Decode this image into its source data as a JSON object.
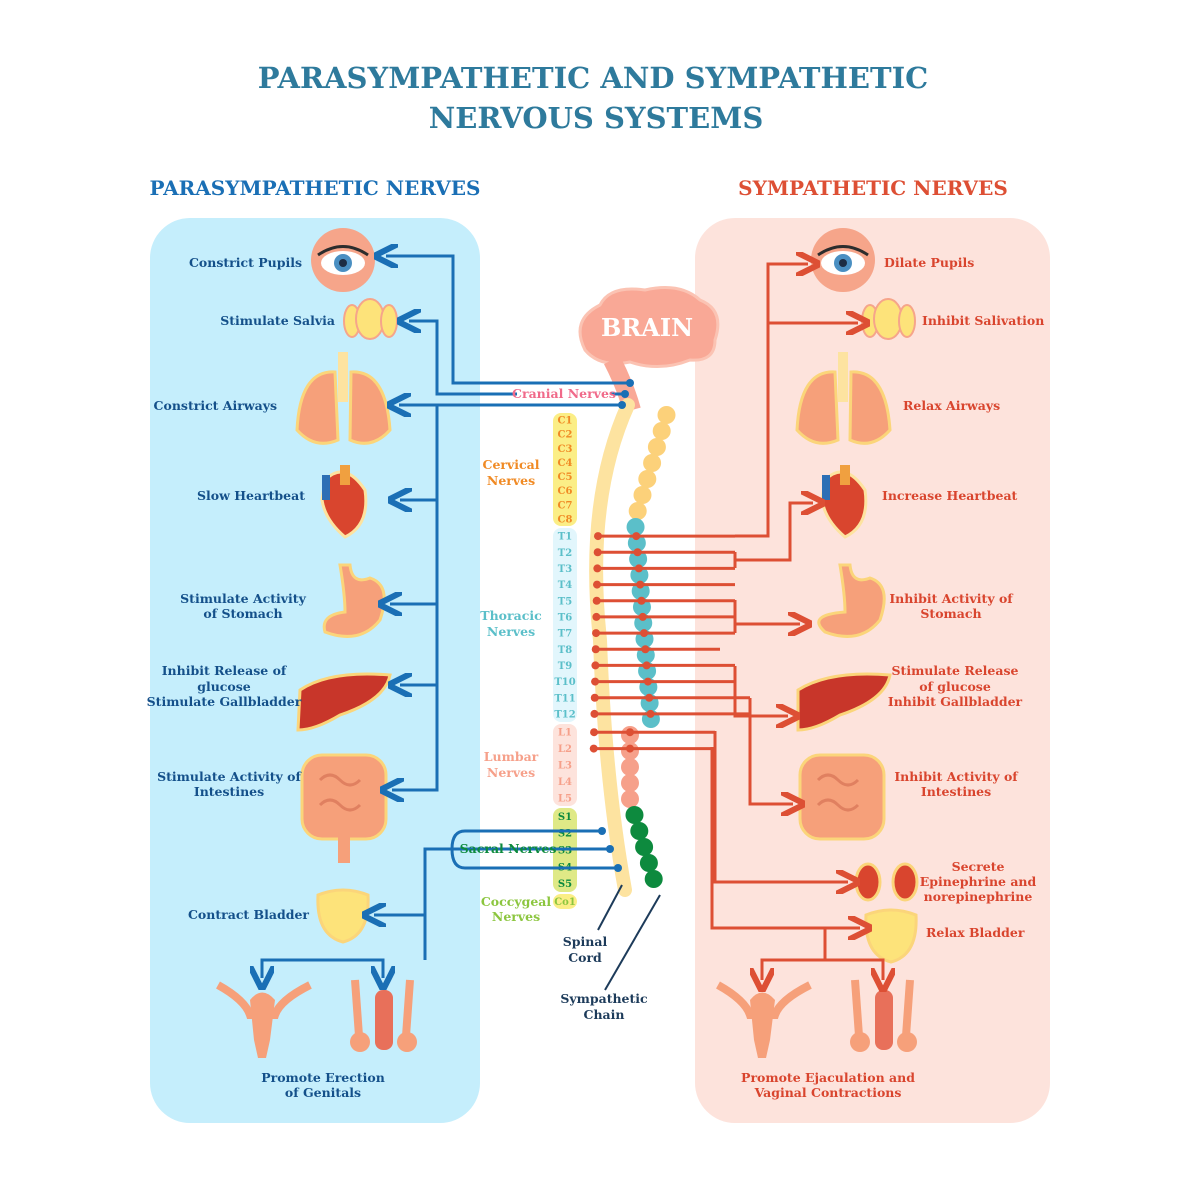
{
  "title": {
    "line1": "PARASYMPATHETIC AND SYMPATHETIC",
    "line2": "NERVOUS SYSTEMS"
  },
  "parasympathetic": {
    "header": "PARASYMPATHETIC NERVES",
    "color": "#1a6fb5",
    "labels": {
      "pupils": "Constrict Pupils",
      "saliva": "Stimulate Salvia",
      "airways": "Constrict Airways",
      "heart": "Slow Heartbeat",
      "stomach": [
        "Stimulate Activity",
        "of Stomach"
      ],
      "liver": [
        "Inhibit Release of",
        "glucose",
        "Stimulate Gallbladder"
      ],
      "intestines": [
        "Stimulate Activity of",
        "Intestines"
      ],
      "bladder": "Contract Bladder",
      "genitals": [
        "Promote Erection",
        "of Genitals"
      ]
    }
  },
  "sympathetic": {
    "header": "SYMPATHETIC NERVES",
    "color": "#dd4f34",
    "labels": {
      "pupils": "Dilate Pupils",
      "saliva": "Inhibit Salivation",
      "airways": "Relax Airways",
      "heart": "Increase Heartbeat",
      "stomach": [
        "Inhibit Activity of",
        "Stomach"
      ],
      "liver": [
        "Stimulate Release",
        "of glucose",
        "Inhibit Gallbladder"
      ],
      "intestines": [
        "Inhibit Activity of",
        "Intestines"
      ],
      "adrenal": [
        "Secrete",
        "Epinephrine and",
        "norepinephrine"
      ],
      "bladder": "Relax Bladder",
      "genitals": [
        "Promote Ejaculation and",
        "Vaginal Contractions"
      ]
    }
  },
  "center": {
    "brain": "BRAIN",
    "cranial": "Cranial Nerves",
    "cervical": [
      "Cervical",
      "Nerves"
    ],
    "thoracic": [
      "Thoracic",
      "Nerves"
    ],
    "lumbar": [
      "Lumbar",
      "Nerves"
    ],
    "sacral": "Sacral Nerves",
    "coccygeal": [
      "Coccygeal",
      "Nerves"
    ],
    "spinal_cord": [
      "Spinal",
      "Cord"
    ],
    "sympathetic_chain": [
      "Sympathetic",
      "Chain"
    ]
  },
  "vertebrae": {
    "cervical": {
      "color": "#f08a24",
      "bg": "#fbee86",
      "items": [
        "C1",
        "C2",
        "C3",
        "C4",
        "C5",
        "C6",
        "C7",
        "C8"
      ]
    },
    "thoracic": {
      "color": "#5bbfc9",
      "bg": "#e2f6fc",
      "items": [
        "T1",
        "T2",
        "T3",
        "T4",
        "T5",
        "T6",
        "T7",
        "T8",
        "T9",
        "T10",
        "T11",
        "T12"
      ]
    },
    "lumbar": {
      "color": "#f6a08a",
      "bg": "#fde3dc",
      "items": [
        "L1",
        "L2",
        "L3",
        "L4",
        "L5"
      ]
    },
    "sacral": {
      "color": "#0d8a3e",
      "bg": "#dfe986",
      "items": [
        "S1",
        "S2",
        "S3",
        "S4",
        "S5"
      ]
    },
    "coccygeal": {
      "color": "#8cc63f",
      "bg": "#fbee86",
      "items": [
        "Co1"
      ]
    }
  }
}
